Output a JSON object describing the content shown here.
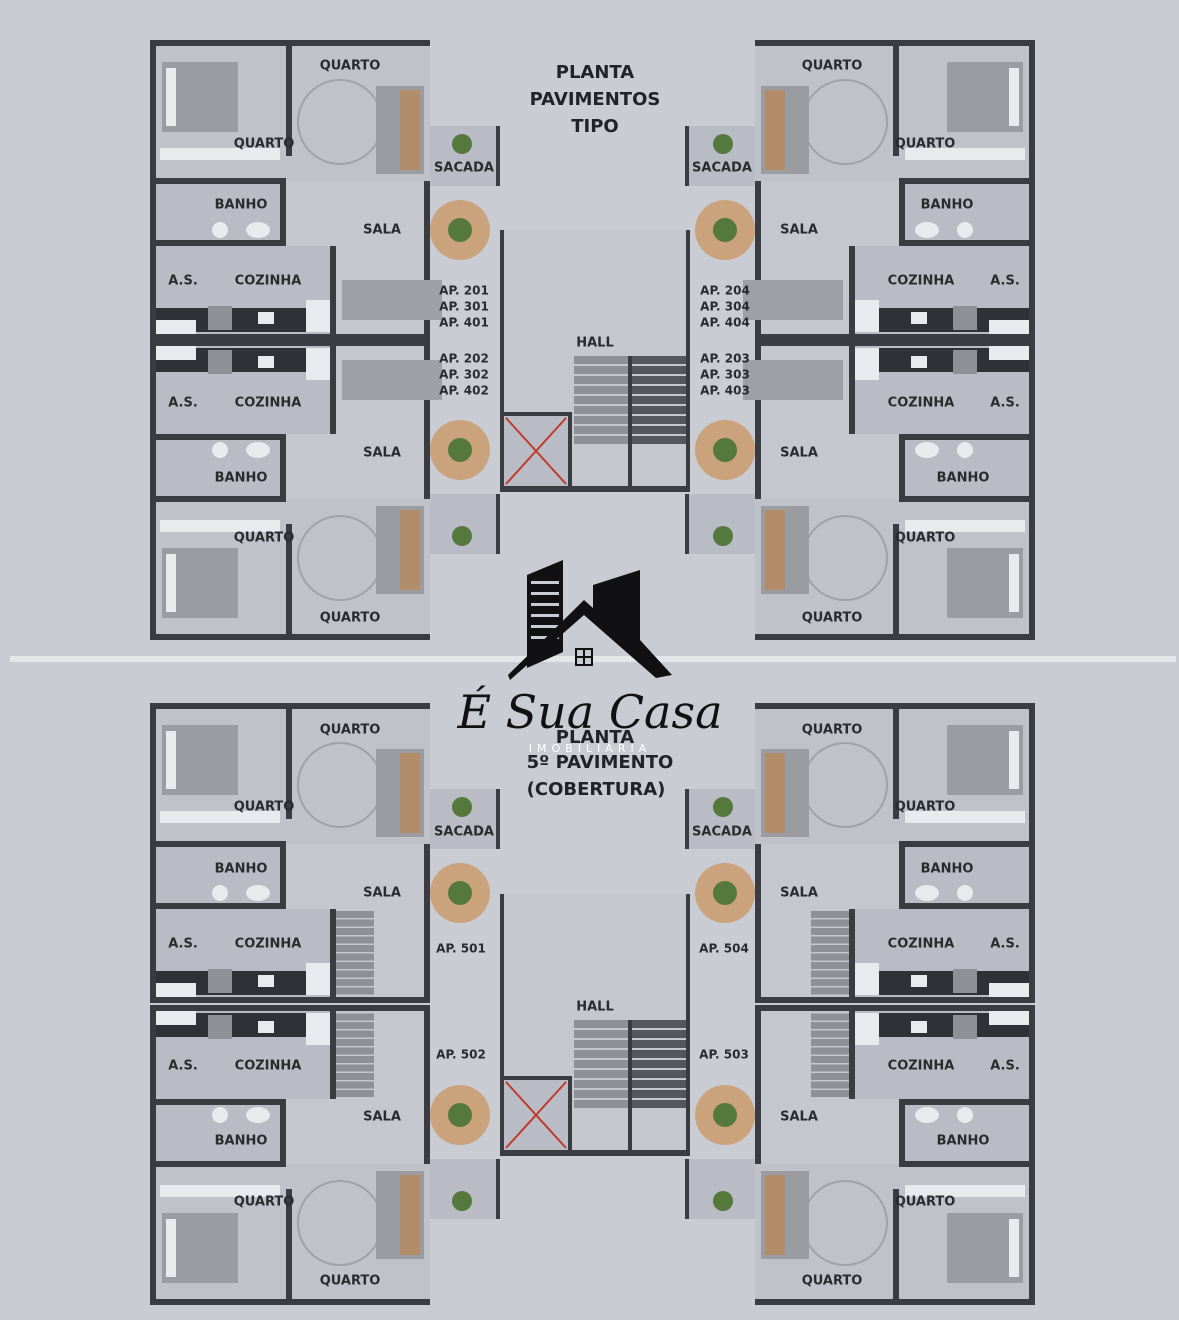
{
  "titles": {
    "top": [
      "PLANTA",
      "PAVIMENTOS",
      "TIPO"
    ],
    "bottom": [
      "PLANTA",
      "5º PAVIMENTO",
      "(COBERTURA)"
    ]
  },
  "logo": {
    "name": "É Sua Casa",
    "subtitle": "IMOBILIÁRIA"
  },
  "rooms": {
    "quarto": "QUARTO",
    "banho": "BANHO",
    "sala": "SALA",
    "sacada": "SACADA",
    "cozinha": "COZINHA",
    "as": "A.S.",
    "hall": "HALL"
  },
  "apartments_top": {
    "top_left": [
      "AP. 201",
      "AP. 301",
      "AP. 401"
    ],
    "bottom_left": [
      "AP. 202",
      "AP. 302",
      "AP. 402"
    ],
    "top_right": [
      "AP. 204",
      "AP. 304",
      "AP. 404"
    ],
    "bottom_right": [
      "AP. 203",
      "AP. 303",
      "AP. 403"
    ]
  },
  "apartments_bottom": {
    "top_left": "AP. 501",
    "bottom_left": "AP. 502",
    "top_right": "AP. 504",
    "bottom_right": "AP. 503"
  }
}
